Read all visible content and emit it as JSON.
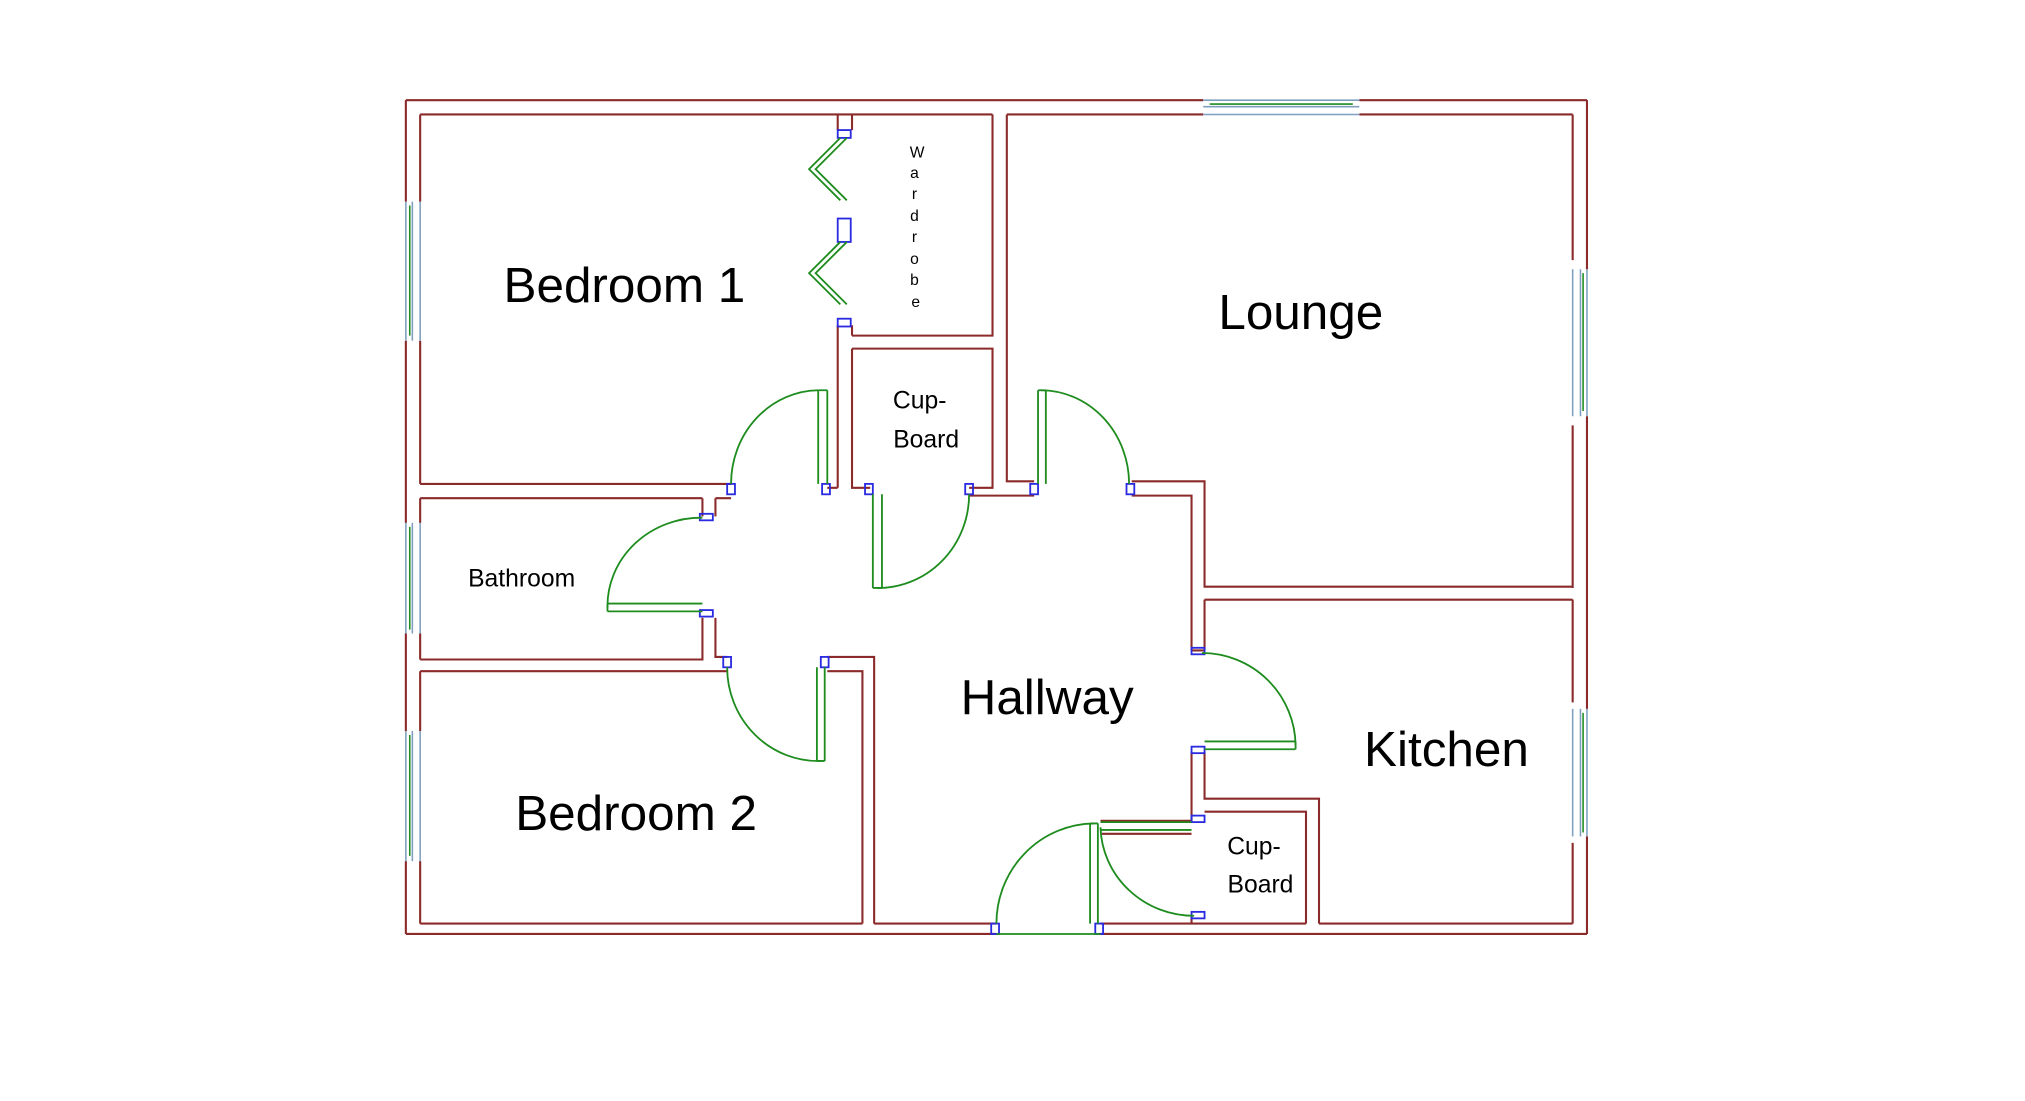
{
  "colors": {
    "wall": "#8B2A2A",
    "door": "#1E8C1E",
    "window": "#7F9FBF",
    "jamb": "#2A2AE0",
    "text": "#000000",
    "background": "#FFFFFF"
  },
  "rooms": {
    "bedroom1": "Bedroom 1",
    "lounge": "Lounge",
    "bathroom": "Bathroom",
    "hallway": "Hallway",
    "kitchen": "Kitchen",
    "bedroom2": "Bedroom 2"
  },
  "cupboard_top": {
    "line1": "Cup-",
    "line2": "Board"
  },
  "cupboard_bottom": {
    "line1": "Cup-",
    "line2": "Board"
  },
  "wardrobe": {
    "letters": [
      "W",
      "a",
      "r",
      "d",
      "r",
      "o",
      "b",
      "e"
    ]
  }
}
